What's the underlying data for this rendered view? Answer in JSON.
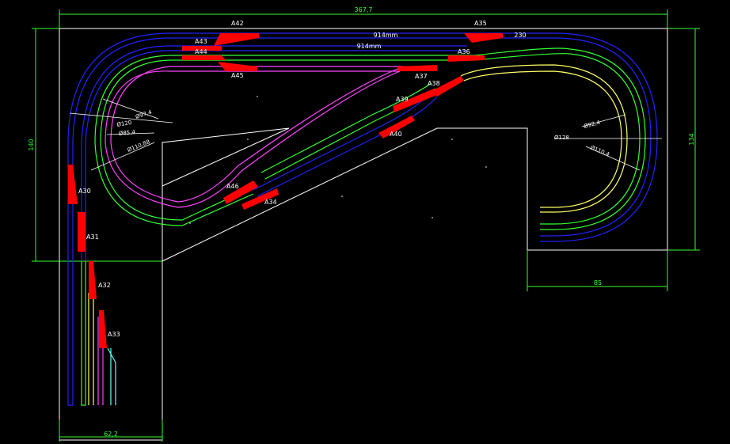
{
  "dimensions": {
    "top_width": "367,7",
    "left_height": "140",
    "right_height": "134",
    "bottom_width": "62,2",
    "right_width": "85",
    "top_length": "914mm",
    "mid_length": "914mm",
    "short_length": "230"
  },
  "diameters": {
    "d_left_1": "Ø97,4",
    "d_left_2": "Ø120",
    "d_left_3": "Ø85,4",
    "d_left_4": "Ø110,88",
    "d_right_1": "Ø92,4",
    "d_right_2": "Ø128",
    "d_right_3": "Ø110,4"
  },
  "turnouts": {
    "A30": "A30",
    "A31": "A31",
    "A32": "A32",
    "A33": "A33",
    "A34": "A34",
    "A35": "A35",
    "A36": "A36",
    "A37": "A37",
    "A38": "A38",
    "A39": "A39",
    "A40": "A40",
    "A42": "A42",
    "A43": "A43",
    "A44": "A44",
    "A45": "A45",
    "A46": "A46"
  },
  "colors": {
    "background": "#000000",
    "board_outline": "#ffffff",
    "dimension": "#33ff33",
    "track_outer": "#2222ff",
    "track_green": "#33ff33",
    "track_magenta": "#ff44ff",
    "track_yellow": "#ffff66",
    "track_cyan": "#66ffff",
    "turnout": "#ff0000"
  }
}
